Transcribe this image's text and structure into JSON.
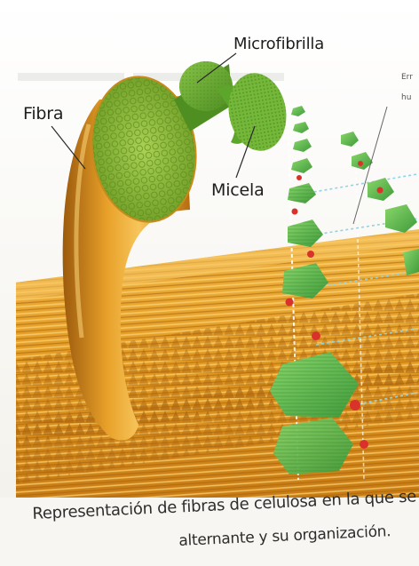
{
  "labels": {
    "fibra": "Fibra",
    "microfibrilla": "Microfibrilla",
    "micela": "Micela"
  },
  "cut_off_text": {
    "line_1": "Err",
    "line_2": "hu"
  },
  "caption": {
    "line_1": "Representación de fibras de celulosa en la que se aprecia",
    "line_2": "alternante y su organización."
  },
  "colors": {
    "fiber_orange": "#e8a12a",
    "fiber_dark": "#b56d10",
    "cross_section_green": "#8cbd3c",
    "glucose_green": "#67c55a",
    "oxygen_red": "#d9322a",
    "bond_blue": "#8fd4e6"
  }
}
